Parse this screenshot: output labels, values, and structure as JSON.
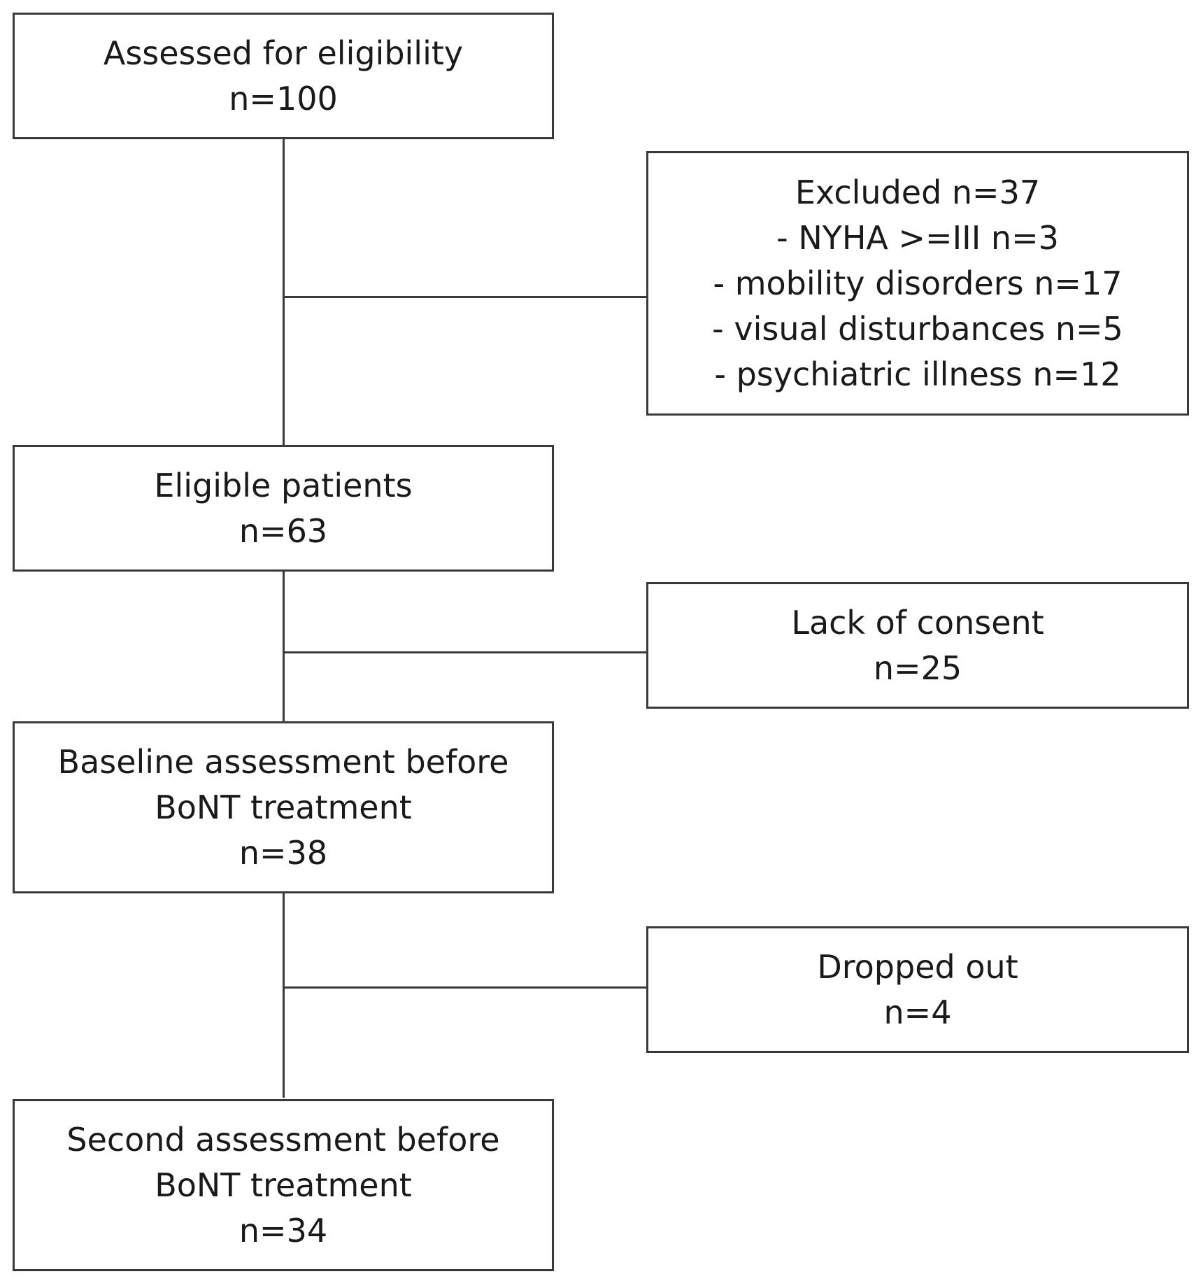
{
  "flow": {
    "assessed": {
      "title": "Assessed for eligibility",
      "count": "n=100"
    },
    "excluded": {
      "title": "Excluded n=37",
      "reasons": [
        "- NYHA >=III n=3",
        "- mobility disorders n=17",
        "- visual disturbances n=5",
        "- psychiatric illness n=12"
      ]
    },
    "eligible": {
      "title": "Eligible patients",
      "count": "n=63"
    },
    "no_consent": {
      "title": "Lack of consent",
      "count": "n=25"
    },
    "baseline": {
      "title_line1": "Baseline assessment before",
      "title_line2": "BoNT treatment",
      "count": "n=38"
    },
    "dropped": {
      "title": "Dropped out",
      "count": "n=4"
    },
    "second": {
      "title_line1": "Second assessment before",
      "title_line2": "BoNT treatment",
      "count": "n=34"
    }
  }
}
